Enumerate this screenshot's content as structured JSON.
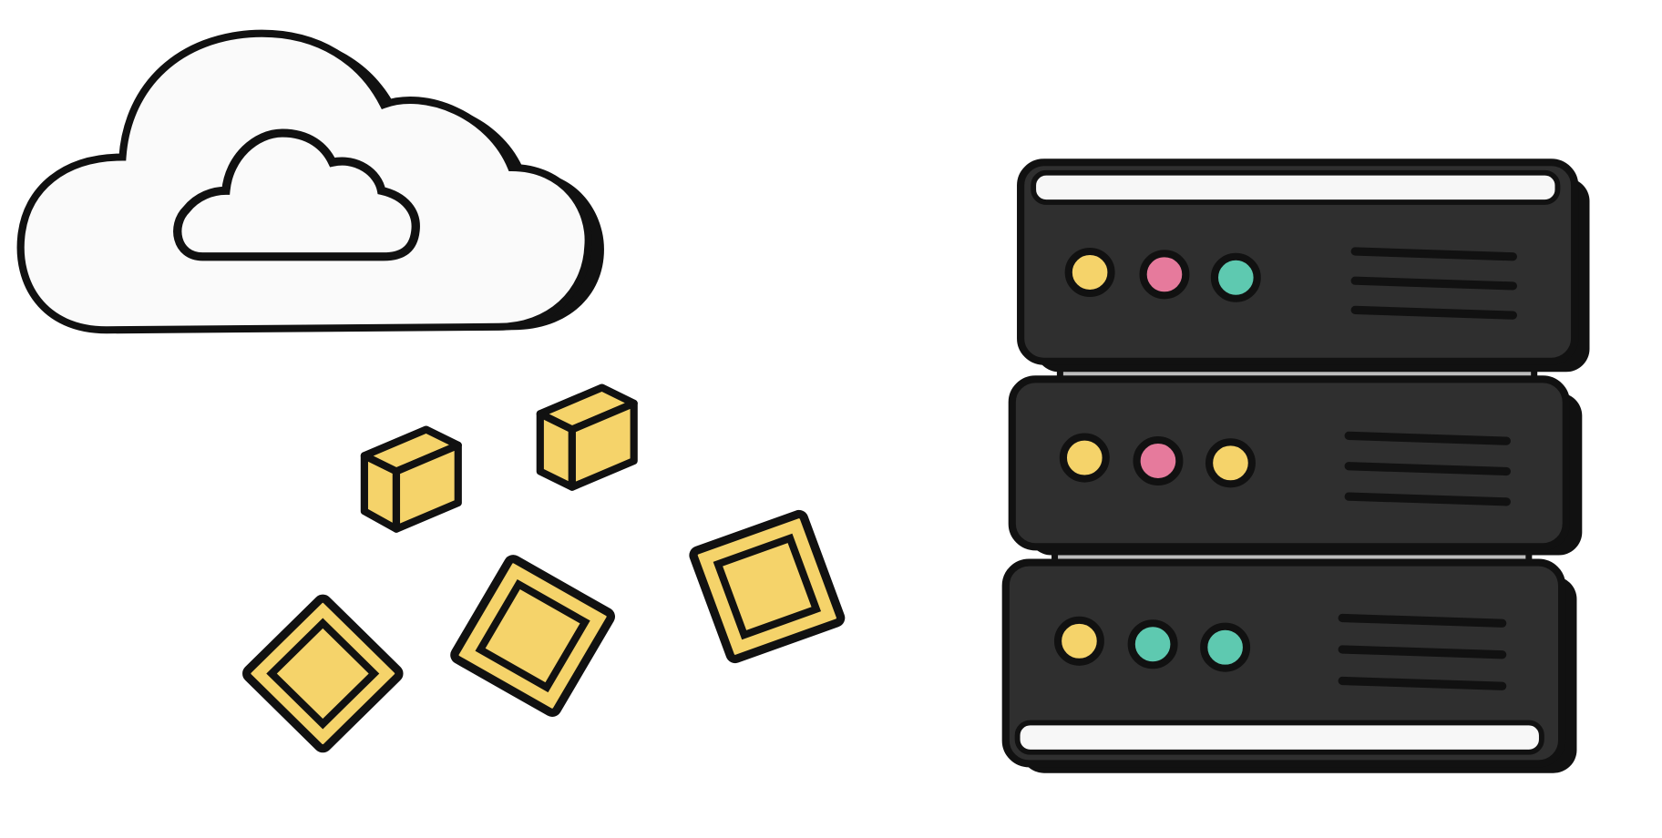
{
  "illustration": {
    "icons": [
      "cloud-icon",
      "package-box-icon",
      "chip-icon",
      "server-rack-icon"
    ],
    "colors": {
      "outline": "#111111",
      "cloud_fill": "#fafafa",
      "box_yellow": "#f5d36a",
      "server_body": "#2f2f2f",
      "server_strip": "#f7f7f7",
      "rail": "#bdbdbd",
      "led_yellow": "#f5d36a",
      "led_pink": "#e67a9c",
      "led_teal": "#5ec9b0"
    },
    "server_units": [
      {
        "leds": [
          "led_yellow",
          "led_pink",
          "led_teal"
        ]
      },
      {
        "leds": [
          "led_yellow",
          "led_pink",
          "led_yellow"
        ]
      },
      {
        "leds": [
          "led_yellow",
          "led_teal",
          "led_teal"
        ]
      }
    ]
  }
}
